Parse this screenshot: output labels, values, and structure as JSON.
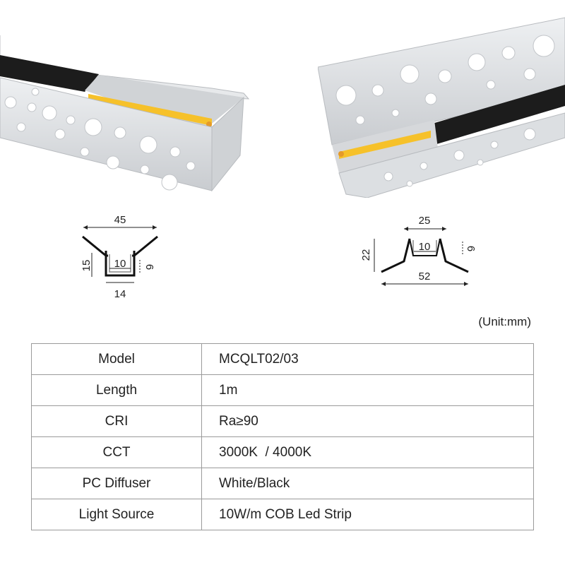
{
  "diagram_left": {
    "top_width": "45",
    "height": "15",
    "inner_width": "10",
    "inner_depth": "6",
    "bottom_width": "14"
  },
  "diagram_right": {
    "top_width": "25",
    "height": "22",
    "inner_width": "10",
    "inner_depth": "6",
    "bottom_width": "52"
  },
  "unit_note": "(Unit:mm)",
  "specs": [
    {
      "label": "Model",
      "value": "MCQLT02/03"
    },
    {
      "label": "Length",
      "value": "1m"
    },
    {
      "label": "CRI",
      "value": "Ra≥90"
    },
    {
      "label": "CCT",
      "value": "3000K  / 4000K"
    },
    {
      "label": "PC Diffuser",
      "value": "White/Black"
    },
    {
      "label": "Light Source",
      "value": "10W/m COB Led Strip"
    }
  ],
  "colors": {
    "aluminium": "#dfe1e4",
    "diffuser": "#1c1c1c",
    "led": "#f6c12a",
    "table_border": "#9a9a9a"
  }
}
